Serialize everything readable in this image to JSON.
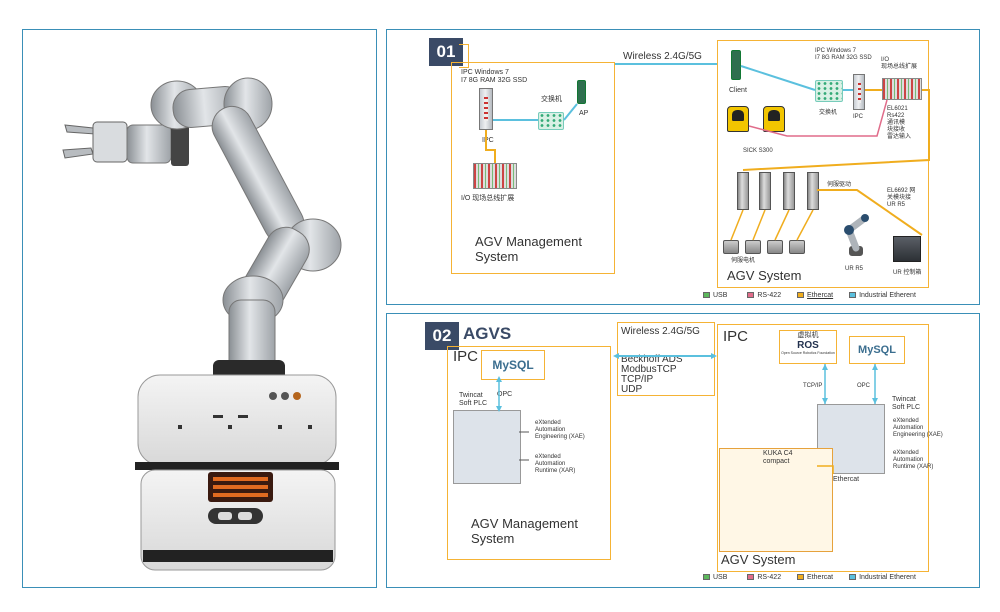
{
  "panel1": {
    "badge": "01",
    "wireless": "Wireless  2.4G/5G",
    "left": {
      "ipc_spec": "IPC Windows 7\nI7 8G RAM 32G SSD",
      "switch_label": "交换机",
      "ap_label": "AP",
      "ipc_label": "IPC",
      "io_label": "I/O 现场总线扩展",
      "system_title": "AGV Management\nSystem"
    },
    "right": {
      "client_label": "Client",
      "ipc_spec": "IPC Windows 7\nI7 8G RAM 32G SSD",
      "io_label": "I/O\n现场总线扩展",
      "switch_label": "交换机",
      "ipc_label": "IPC",
      "el6021": "EL6021\nRs422\n通讯模\n块接收\n雷达输入",
      "sick_label": "SICK S300",
      "servo_drive": "伺服驱动",
      "el6692": "EL6692 网\n关模块接\nUR R5",
      "servo_motor": "伺服电机",
      "ur_label": "UR R5",
      "ur_control": "UR 控制箱",
      "system_title": "AGV System"
    },
    "legend": [
      "USB",
      "RS-422",
      "Ethercat",
      "Industrial Etherent"
    ]
  },
  "panel2": {
    "badge": "02",
    "title": "AGVS",
    "left": {
      "ipc": "IPC",
      "mysql": "MySQL",
      "opc": "OPC",
      "twincat": "Twincat\nSoft PLC",
      "xae": "eXtended\nAutomation\nEngineering (XAE)",
      "xar": "eXtended\nAutomation\nRuntime (XAR)",
      "system_title": "AGV Management\nSystem"
    },
    "middle": {
      "wireless": "Wireless  2.4G/5G",
      "protocols": [
        "Beckhoff ADS",
        "ModbusTCP",
        "TCP/IP",
        "UDP"
      ]
    },
    "right": {
      "ipc": "IPC",
      "ros_top": "虚拟机",
      "ros": "ROS",
      "ros_sub": "Open Source Robotics Foundation",
      "mysql": "MySQL",
      "tcpip": "TCP/IP",
      "opc": "OPC",
      "twincat": "Twincat\nSoft PLC",
      "xae": "eXtended\nAutomation\nEngineering (XAE)",
      "xar": "eXtended\nAutomation\nRuntime (XAR)",
      "kuka": "KUKA C4\ncompact",
      "ethercat": "Ethercat",
      "system_title": "AGV System"
    },
    "legend": [
      "USB",
      "RS-422",
      "Ethercat",
      "Industrial Etherent"
    ]
  },
  "colors": {
    "frame": "#3a8fb7",
    "box": "#f5b335",
    "badge": "#3a4a66",
    "usb": "#5cb85c",
    "rs422": "#e06c8a",
    "ethercat": "#f0ad1e",
    "ethernet": "#5bc0de"
  }
}
